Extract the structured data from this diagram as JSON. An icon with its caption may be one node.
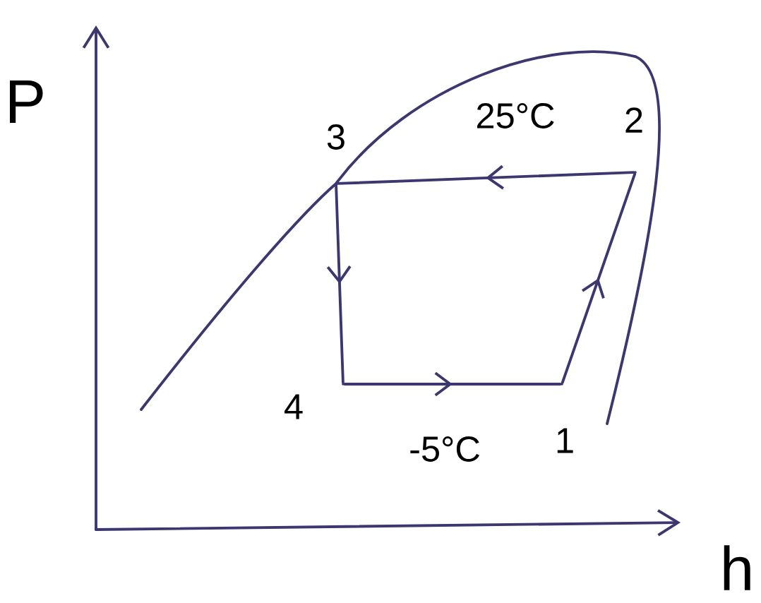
{
  "diagram": {
    "nodes": [
      {
        "text": [],
        "shape": "point",
        "beside": [
          "1"
        ]
      },
      {
        "text": [],
        "shape": "point",
        "beside": [
          "2"
        ]
      },
      {
        "text": [],
        "shape": "point",
        "beside": [
          "3"
        ]
      },
      {
        "text": [],
        "shape": "point",
        "beside": [
          "4"
        ]
      }
    ],
    "edges": [
      {
        "from": 0,
        "to": 1,
        "arrow": "to"
      },
      {
        "from": 1,
        "to": 2,
        "arrow": "to"
      },
      {
        "from": 2,
        "to": 3,
        "arrow": "to"
      },
      {
        "from": 3,
        "to": 0,
        "arrow": "to"
      }
    ],
    "labels": [
      "P",
      "25°C",
      "-5°C",
      "h"
    ]
  }
}
